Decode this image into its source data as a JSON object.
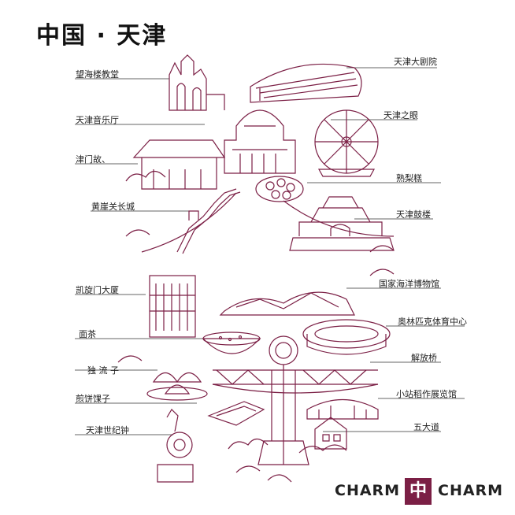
{
  "header": {
    "title": "中国 · 天津"
  },
  "labels": {
    "wanghailou": "望海楼教堂",
    "grand_theatre": "天津大剧院",
    "concert_hall": "天津音乐厅",
    "tianjin_eye": "天津之眼",
    "jinmen": "津门故、",
    "shuligao": "熟梨糕",
    "huangyaguan": "黄崖关长城",
    "drum_tower": "天津鼓楼",
    "kaixuanmen": "凯旋门大厦",
    "maritime_museum": "国家海洋博物馆",
    "olympic_center": "奥林匹克体育中心",
    "miancha": "面茶",
    "liberation_bridge": "解放桥",
    "duliuzi": "独  流  子",
    "xiaozhan": "小站稻作展览馆",
    "jianbing": "煎饼馃子",
    "wudadao": "五大道",
    "century_clock": "天津世纪钟"
  },
  "brand": {
    "left": "CHARM",
    "center": "中",
    "right": "CHARM"
  },
  "colors": {
    "accent": "#7b1f45",
    "text": "#222222"
  }
}
